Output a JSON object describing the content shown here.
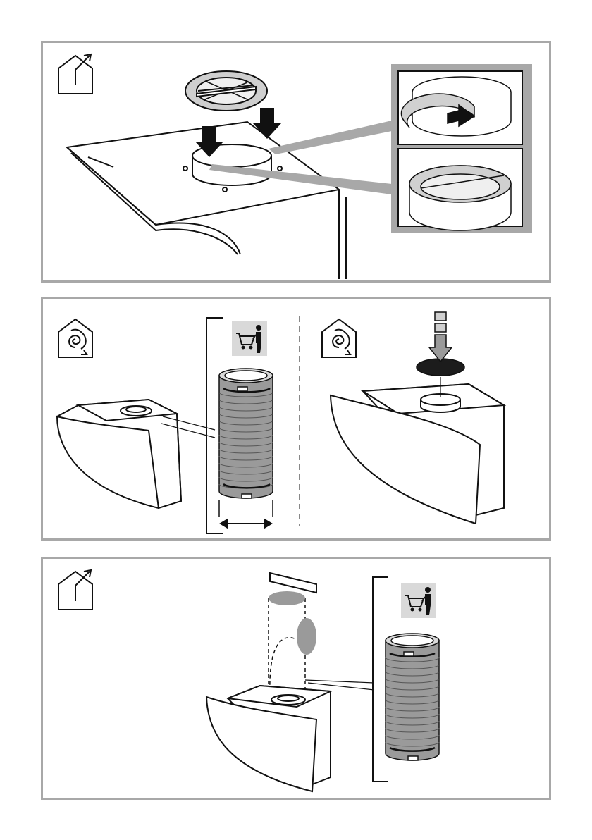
{
  "figure": {
    "panels": [
      {
        "id": "ducted-installation",
        "mode_icon": "house-ducted-exhaust-icon"
      },
      {
        "id": "recirculation-options",
        "mode_icon": "house-recirculation-icon",
        "second_mode_icon": "house-recirculation-icon"
      },
      {
        "id": "ducted-duct-connection",
        "mode_icon": "house-ducted-exhaust-icon"
      }
    ],
    "accessory_icon": "purchase-separately-cart-icon",
    "colors": {
      "frame": "#a8a8a8",
      "line": "#111111",
      "gray_fill": "#9a9a9a",
      "light_fill": "#d9d9d9",
      "filter": "#1c1c1c"
    }
  }
}
